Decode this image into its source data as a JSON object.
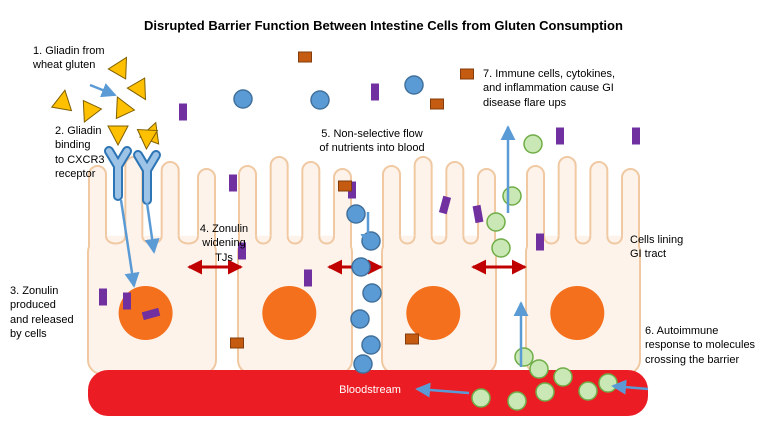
{
  "title": "Disrupted Barrier Function Between Intestine Cells from Gluten Consumption",
  "labels": {
    "step1": "1. Gliadin from\nwheat gluten",
    "step2": "2. Gliadin\nbinding\nto CXCR3\nreceptor",
    "step3": "3. Zonulin\nproduced\nand released\nby cells",
    "step4": "4. Zonulin\nwidening\nTJs",
    "step5": "5. Non-selective flow\nof nutrients into blood",
    "step6": "6. Autoimmune\nresponse to molecules\ncrossing the barrier",
    "step7": "7. Immune cells, cytokines,\nand inflammation cause GI\ndisease flare ups",
    "cells_lining": "Cells lining\nGI tract",
    "bloodstream": "Bloodstream"
  },
  "legend_semantics": {
    "yellow-triangle": "gliadin from wheat gluten",
    "purple-rectangle": "zonulin",
    "blue-circle": "nutrient molecule",
    "green-circle": "immune cell / molecule crossing barrier",
    "brown-square": "food molecule",
    "y-shape": "CXCR3 receptor",
    "red-double-arrow": "tight junction widening",
    "red-band": "bloodstream",
    "cream-blob": "intestinal epithelial cell"
  },
  "colors": {
    "gliadin": "#FFC000",
    "gliadin-stroke": "#7F6000",
    "zonulin": "#7030A0",
    "nutrient": "#5B9BD5",
    "nutrient-stroke": "#41719C",
    "immune": "#C9E8B5",
    "immune-stroke": "#6FAD47",
    "molecule-brown": "#C55A11",
    "molecule-brown-stroke": "#843C0C",
    "cell-fill": "#FDF3EB",
    "cell-stroke": "#F0C9A2",
    "nucleus": "#F4701D",
    "bloodstream": "#EC1C24",
    "arrow-blue": "#5B9BD5",
    "tj-arrow": "#C00000",
    "receptor-fill": "#9DC3E6",
    "receptor-stroke": "#2E75B6",
    "text": "#000000"
  }
}
